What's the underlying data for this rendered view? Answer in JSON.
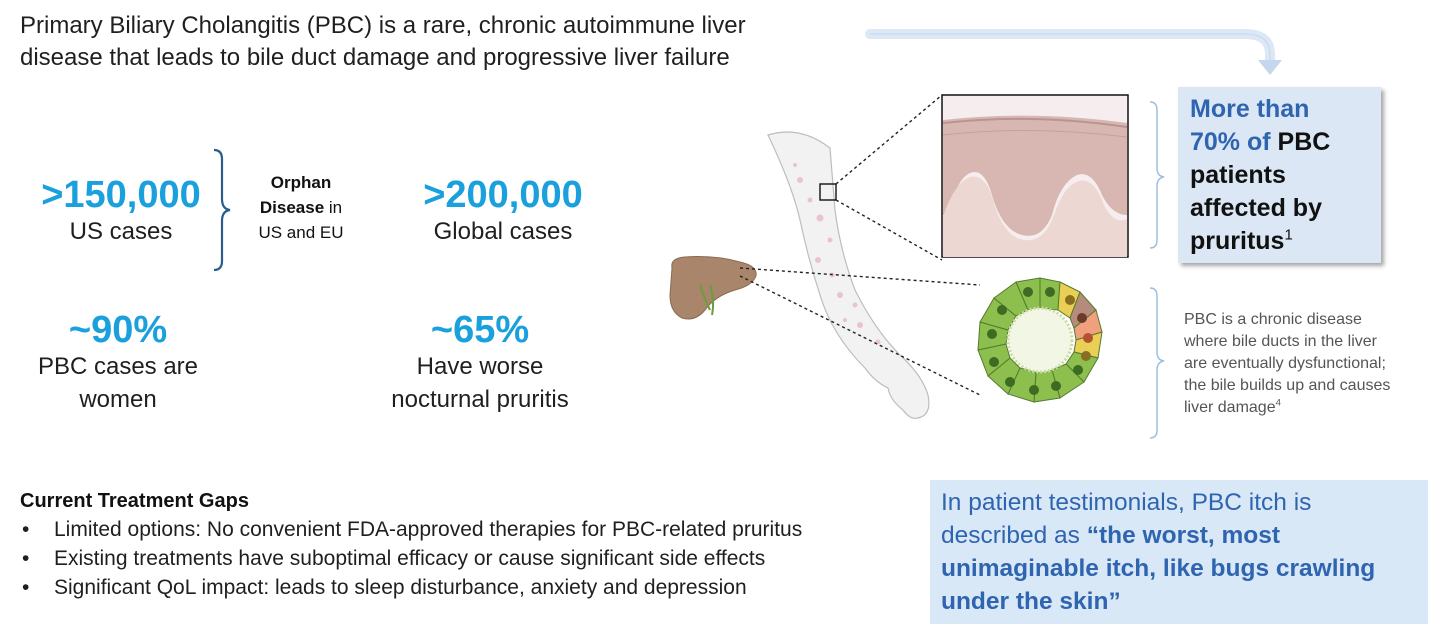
{
  "headline": {
    "line1": "Primary Biliary Cholangitis (PBC) is a rare, chronic autoimmune liver",
    "line2": "disease that leads to bile duct damage and progressive liver failure"
  },
  "stats": {
    "us_cases": {
      "value": ">150,000",
      "label": "US cases"
    },
    "global_cases": {
      "value": ">200,000",
      "label": "Global cases"
    },
    "women": {
      "value": "~90%",
      "label_line1": "PBC cases are",
      "label_line2": "women"
    },
    "nocturnal": {
      "value": "~65%",
      "label_line1": "Have worse",
      "label_line2": "nocturnal pruritis"
    }
  },
  "orphan": {
    "line1": "Orphan",
    "line2_bold": "Disease",
    "line2_rest": " in",
    "line3": "US and EU"
  },
  "callout_pruritus": {
    "line1": "More than",
    "line2_blue": "70% of ",
    "line2_black": "PBC",
    "line3": "patients",
    "line4": "affected by",
    "line5": "pruritus",
    "sup": "1"
  },
  "pbc_desc": {
    "line1": "PBC is a chronic disease",
    "line2": "where bile ducts in the liver",
    "line3": "are eventually dysfunctional;",
    "line4": "the bile builds up and causes",
    "line5": "liver damage",
    "sup": "4"
  },
  "gaps": {
    "title": "Current Treatment Gaps",
    "bullet": "•",
    "items": [
      "Limited options: No convenient FDA-approved therapies for PBC-related pruritus",
      "Existing treatments have suboptimal efficacy or cause significant side effects",
      "Significant QoL impact: leads to sleep disturbance, anxiety and depression"
    ]
  },
  "testimonial": {
    "line1": "In patient testimonials, PBC itch is",
    "line2_plain": "described as ",
    "line2_bold": "“the worst, most",
    "line3": "unimaginable itch, like bugs crawling",
    "line4": "under the skin”"
  },
  "colors": {
    "stat_blue": "#1aa0dc",
    "callout_blue": "#2f64b0",
    "callout_bg": "#dbe7f4",
    "testimonial_bg": "#d9e8f6",
    "bracket": "#2b5d8c"
  }
}
